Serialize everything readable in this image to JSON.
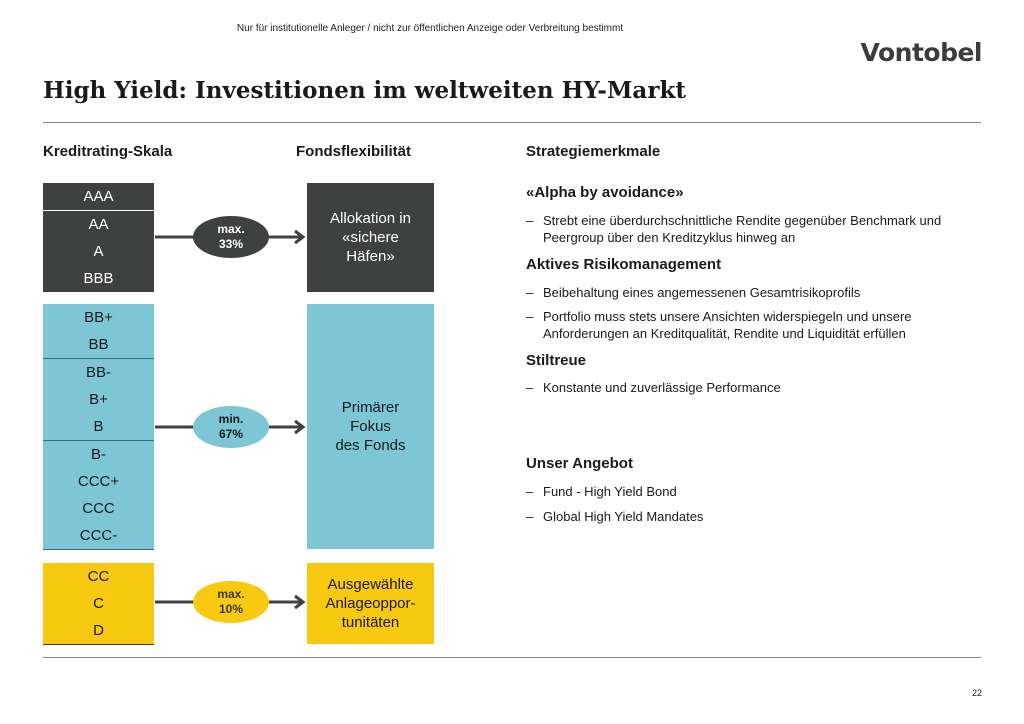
{
  "disclaimer": "Nur für institutionelle Anleger / nicht zur öffentlichen Anzeige oder Verbreitung bestimmt",
  "logo": "Vontobel",
  "title": "High Yield: Investitionen im weltweiten HY-Markt",
  "columns": {
    "rating_scale": "Kreditrating-Skala",
    "fund_flexibility": "Fondsflexibilität",
    "strategy": "Strategiemerkmale"
  },
  "ratings": {
    "investment_grade": [
      "AAA",
      "AA",
      "A",
      "BBB"
    ],
    "high_yield": [
      "BB+",
      "BB",
      "BB-",
      "B+",
      "B",
      "B-",
      "CCC+",
      "CCC",
      "CCC-"
    ],
    "distressed": [
      "CC",
      "C",
      "D"
    ]
  },
  "limits": {
    "investment_grade": {
      "line1": "max.",
      "line2": "33%"
    },
    "high_yield": {
      "line1": "min.",
      "line2": "67%"
    },
    "distressed": {
      "line1": "max.",
      "line2": "10%"
    }
  },
  "fund_boxes": {
    "investment_grade": [
      "Allokation in",
      "«sichere",
      "Häfen»"
    ],
    "high_yield": [
      "Primärer",
      "Fokus",
      "des Fonds"
    ],
    "distressed": [
      "Ausgewählte",
      "Anlageoppor-",
      "tunitäten"
    ]
  },
  "strategy": {
    "alpha": {
      "heading": "«Alpha by avoidance»",
      "items": [
        "Strebt eine überdurchschnittliche Rendite gegenüber Benchmark und Peergroup über den Kreditzyklus hinweg an"
      ]
    },
    "risk": {
      "heading": "Aktives Risikomanagement",
      "items": [
        "Beibehaltung eines angemessenen Gesamtrisikoprofils",
        "Portfolio muss stets unsere Ansichten widerspiegeln und unsere Anforderungen an Kreditqualität, Rendite und Liquidität erfüllen"
      ]
    },
    "style": {
      "heading": "Stiltreue",
      "items": [
        "Konstante und zuverlässige Performance"
      ]
    },
    "offer": {
      "heading": "Unser Angebot",
      "items": [
        "Fund - High Yield Bond",
        "Global High Yield Mandates"
      ]
    }
  },
  "bullet_symbol": "–",
  "page_number": "22",
  "colors": {
    "dark": "#3f4040",
    "blue": "#7cc6d6",
    "yellow": "#f7c910"
  }
}
